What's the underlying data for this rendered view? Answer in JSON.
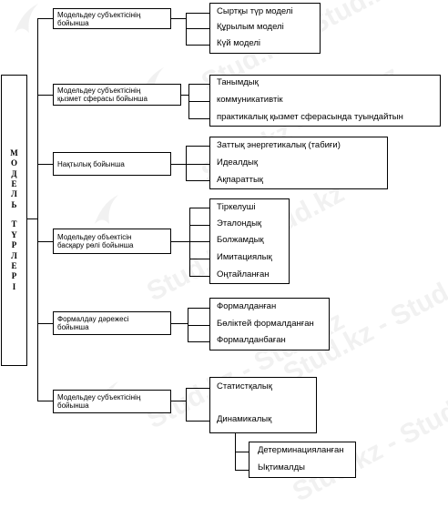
{
  "title_letters": [
    "М",
    "О",
    "Д",
    "Е",
    "Л",
    "Ь",
    "",
    "Т",
    "Ү",
    "Р",
    "Л",
    "Е",
    "Р",
    "І"
  ],
  "watermark": "Stud.kz - Stud.kz",
  "categories": [
    {
      "label_lines": [
        "Модельдеу субъектісінің",
        "бойынша"
      ],
      "items": [
        "Сыртқы түр моделі",
        "Құрылым моделі",
        "Күй моделі"
      ]
    },
    {
      "label_lines": [
        "Модельдеу субъектісінің",
        "қызмет сферасы бойынша"
      ],
      "items": [
        "Танымдық",
        "коммуникативтік",
        "практикалық қызмет сферасында туындайтын"
      ]
    },
    {
      "label_lines": [
        "Нақтылық бойынша"
      ],
      "items": [
        "Заттық энергетикалық (табиғи)",
        "Идеалдық",
        "Ақпараттық"
      ]
    },
    {
      "label_lines": [
        "Модельдеу объектісін",
        "басқару рөлі бойынша"
      ],
      "items": [
        "Тіркелуші",
        "Эталондық",
        "Болжамдық",
        "Имитациялық",
        "Оңтайланған"
      ]
    },
    {
      "label_lines": [
        "Формалдау дәрежесі",
        "бойынша"
      ],
      "items": [
        "Формалданған",
        "Бөліктей формалданған",
        "Формалданбаған"
      ]
    },
    {
      "label_lines": [
        "Модельдеу субъектісінің",
        "бойынша"
      ],
      "items": [
        "Статистқалық",
        "Динамикалық"
      ],
      "subitems": [
        "Детерминацияланған",
        "Ықтималды"
      ]
    }
  ]
}
